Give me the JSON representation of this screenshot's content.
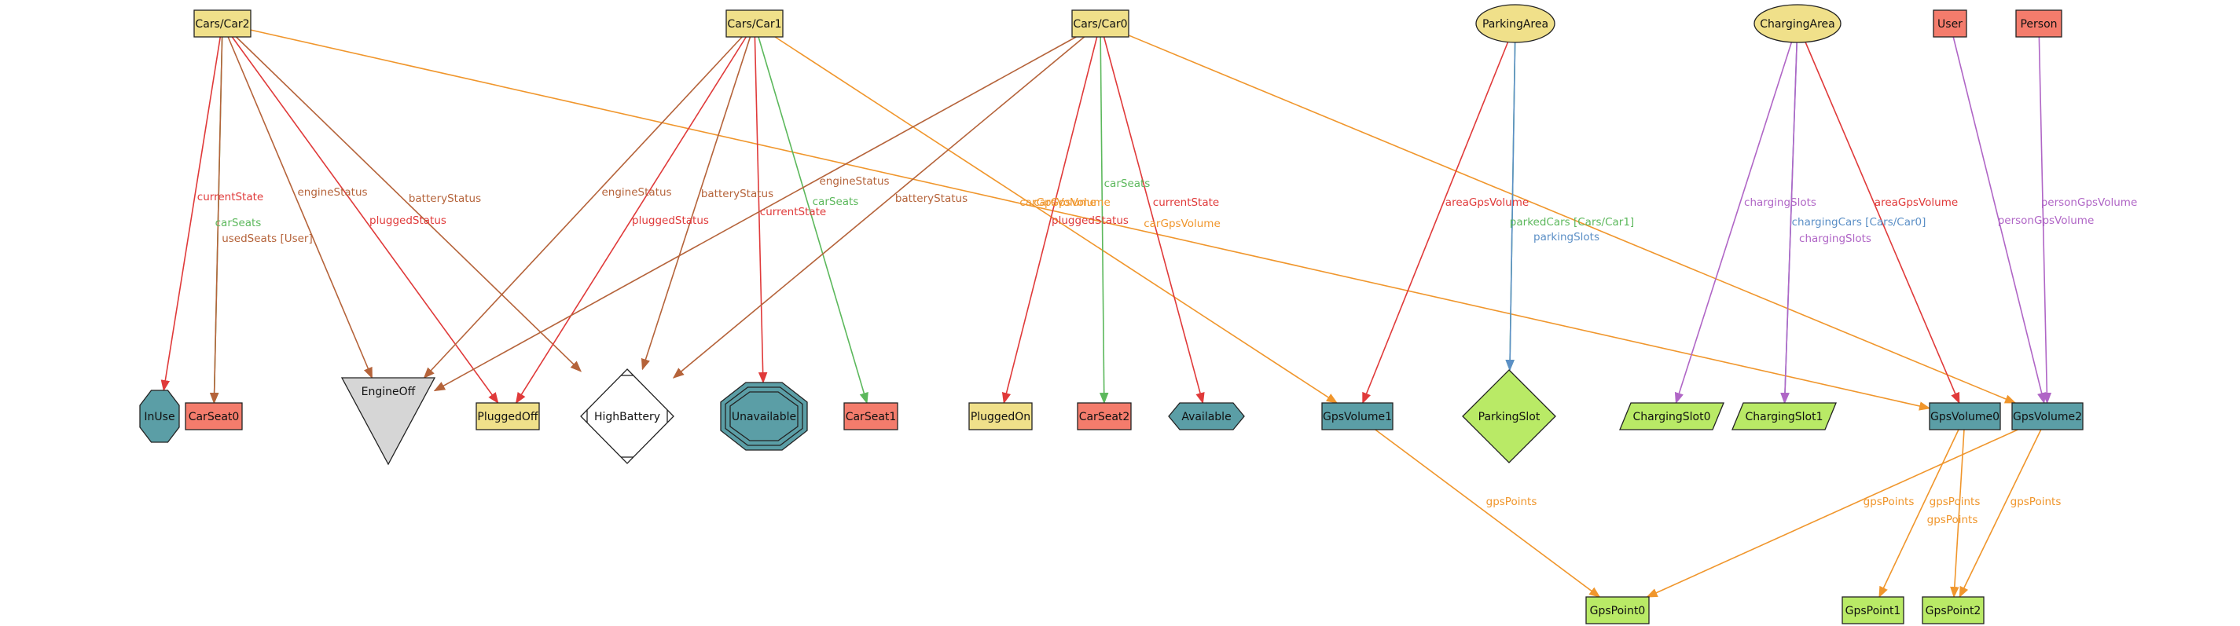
{
  "colors": {
    "yellow": "#f0e08a",
    "salmon": "#f47c6c",
    "teal": "#5b9ea6",
    "lime": "#b9ea66",
    "grey": "#d6d6d6",
    "white": "#ffffff",
    "red": "#e03a3a",
    "brown": "#b5633a",
    "green": "#5cb85c",
    "orange": "#f0962c",
    "purple": "#b066c6",
    "blue": "#5b8fc6"
  },
  "nodes": [
    {
      "id": "car2",
      "label": "Cars/Car2",
      "shape": "box",
      "fill": "yellow"
    },
    {
      "id": "car1",
      "label": "Cars/Car1",
      "shape": "box",
      "fill": "yellow"
    },
    {
      "id": "car0",
      "label": "Cars/Car0",
      "shape": "box",
      "fill": "yellow"
    },
    {
      "id": "parkingArea",
      "label": "ParkingArea",
      "shape": "ellipse",
      "fill": "yellow"
    },
    {
      "id": "chargingArea",
      "label": "ChargingArea",
      "shape": "ellipse",
      "fill": "yellow"
    },
    {
      "id": "user",
      "label": "User",
      "shape": "box",
      "fill": "salmon"
    },
    {
      "id": "person",
      "label": "Person",
      "shape": "box",
      "fill": "salmon"
    },
    {
      "id": "inUse",
      "label": "InUse",
      "shape": "octagon",
      "fill": "teal"
    },
    {
      "id": "carSeat0",
      "label": "CarSeat0",
      "shape": "box",
      "fill": "salmon"
    },
    {
      "id": "engineOff",
      "label": "EngineOff",
      "shape": "triangle-down",
      "fill": "grey"
    },
    {
      "id": "pluggedOff",
      "label": "PluggedOff",
      "shape": "box",
      "fill": "yellow"
    },
    {
      "id": "highBattery",
      "label": "HighBattery",
      "shape": "mdiamond",
      "fill": "white"
    },
    {
      "id": "unavailable",
      "label": "Unavailable",
      "shape": "triple-octagon",
      "fill": "teal"
    },
    {
      "id": "carSeat1",
      "label": "CarSeat1",
      "shape": "box",
      "fill": "salmon"
    },
    {
      "id": "pluggedOn",
      "label": "PluggedOn",
      "shape": "box",
      "fill": "yellow"
    },
    {
      "id": "carSeat2",
      "label": "CarSeat2",
      "shape": "box",
      "fill": "salmon"
    },
    {
      "id": "available",
      "label": "Available",
      "shape": "hexagon",
      "fill": "teal"
    },
    {
      "id": "gpsVolume1",
      "label": "GpsVolume1",
      "shape": "box",
      "fill": "teal"
    },
    {
      "id": "parkingSlot",
      "label": "ParkingSlot",
      "shape": "diamond",
      "fill": "lime"
    },
    {
      "id": "chargingSlot0",
      "label": "ChargingSlot0",
      "shape": "parallelogram",
      "fill": "lime"
    },
    {
      "id": "chargingSlot1",
      "label": "ChargingSlot1",
      "shape": "parallelogram",
      "fill": "lime"
    },
    {
      "id": "gpsVolume0",
      "label": "GpsVolume0",
      "shape": "box",
      "fill": "teal"
    },
    {
      "id": "gpsVolume2",
      "label": "GpsVolume2",
      "shape": "box",
      "fill": "teal"
    },
    {
      "id": "gpsPoint0",
      "label": "GpsPoint0",
      "shape": "box",
      "fill": "lime"
    },
    {
      "id": "gpsPoint1",
      "label": "GpsPoint1",
      "shape": "box",
      "fill": "lime"
    },
    {
      "id": "gpsPoint2",
      "label": "GpsPoint2",
      "shape": "box",
      "fill": "lime"
    }
  ],
  "edges": [
    {
      "from": "car2",
      "to": "inUse",
      "label": "currentState",
      "color": "red"
    },
    {
      "from": "car2",
      "to": "carSeat0",
      "label": "carSeats",
      "color": "green"
    },
    {
      "from": "car2",
      "to": "carSeat0",
      "label": "usedSeats [User]",
      "color": "brown"
    },
    {
      "from": "car2",
      "to": "engineOff",
      "label": "engineStatus",
      "color": "brown"
    },
    {
      "from": "car2",
      "to": "pluggedOff",
      "label": "pluggedStatus",
      "color": "red"
    },
    {
      "from": "car2",
      "to": "highBattery",
      "label": "batteryStatus",
      "color": "brown"
    },
    {
      "from": "car2",
      "to": "gpsVolume0",
      "label": "carGpsVolume",
      "color": "orange"
    },
    {
      "from": "car1",
      "to": "engineOff",
      "label": "engineStatus",
      "color": "brown"
    },
    {
      "from": "car1",
      "to": "pluggedOff",
      "label": "pluggedStatus",
      "color": "red"
    },
    {
      "from": "car1",
      "to": "highBattery",
      "label": "batteryStatus",
      "color": "brown"
    },
    {
      "from": "car1",
      "to": "unavailable",
      "label": "currentState",
      "color": "red"
    },
    {
      "from": "car1",
      "to": "carSeat1",
      "label": "carSeats",
      "color": "green"
    },
    {
      "from": "car1",
      "to": "gpsVolume1",
      "label": "carGpsVolume",
      "color": "orange"
    },
    {
      "from": "car0",
      "to": "engineOff",
      "label": "engineStatus",
      "color": "brown"
    },
    {
      "from": "car0",
      "to": "highBattery",
      "label": "batteryStatus",
      "color": "brown"
    },
    {
      "from": "car0",
      "to": "pluggedOn",
      "label": "pluggedStatus",
      "color": "red"
    },
    {
      "from": "car0",
      "to": "carSeat2",
      "label": "carSeats",
      "color": "green"
    },
    {
      "from": "car0",
      "to": "available",
      "label": "currentState",
      "color": "red"
    },
    {
      "from": "car0",
      "to": "gpsVolume2",
      "label": "carGpsVolume",
      "color": "orange"
    },
    {
      "from": "parkingArea",
      "to": "gpsVolume1",
      "label": "areaGpsVolume",
      "color": "red"
    },
    {
      "from": "parkingArea",
      "to": "parkingSlot",
      "label": "parkedCars [Cars/Car1]",
      "color": "green"
    },
    {
      "from": "parkingArea",
      "to": "parkingSlot",
      "label": "parkingSlots",
      "color": "blue"
    },
    {
      "from": "chargingArea",
      "to": "chargingSlot0",
      "label": "chargingSlots",
      "color": "purple"
    },
    {
      "from": "chargingArea",
      "to": "chargingSlot1",
      "label": "chargingCars [Cars/Car0]",
      "color": "blue"
    },
    {
      "from": "chargingArea",
      "to": "chargingSlot1",
      "label": "chargingSlots",
      "color": "purple"
    },
    {
      "from": "chargingArea",
      "to": "gpsVolume0",
      "label": "areaGpsVolume",
      "color": "red"
    },
    {
      "from": "user",
      "to": "gpsVolume2",
      "label": "personGpsVolume",
      "color": "purple"
    },
    {
      "from": "person",
      "to": "gpsVolume2",
      "label": "personGpsVolume",
      "color": "purple"
    },
    {
      "from": "gpsVolume1",
      "to": "gpsPoint0",
      "label": "gpsPoints",
      "color": "orange"
    },
    {
      "from": "gpsVolume2",
      "to": "gpsPoint0",
      "label": "gpsPoints",
      "color": "orange"
    },
    {
      "from": "gpsVolume0",
      "to": "gpsPoint1",
      "label": "gpsPoints",
      "color": "orange"
    },
    {
      "from": "gpsVolume0",
      "to": "gpsPoint2",
      "label": "gpsPoints",
      "color": "orange"
    },
    {
      "from": "gpsVolume2",
      "to": "gpsPoint2",
      "label": "gpsPoints",
      "color": "orange"
    }
  ]
}
